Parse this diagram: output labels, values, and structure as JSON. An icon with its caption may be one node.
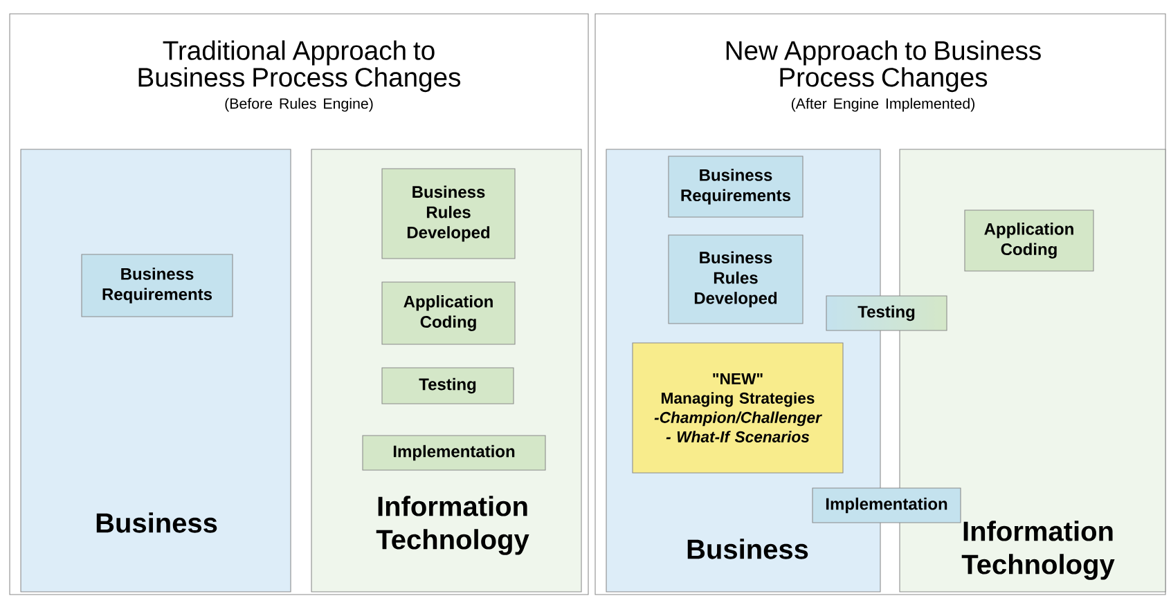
{
  "diagram": {
    "nodes": [
      {
        "text": [
          "Traditional Approach to Business Process Changes",
          "(Before Rules Engine)"
        ]
      },
      {
        "text": [
          "Business"
        ],
        "in": 0
      },
      {
        "text": [
          "Information Technology"
        ],
        "in": 0
      },
      {
        "text": [
          "Business Requirements"
        ],
        "in": 1
      },
      {
        "text": [
          "Business Rules Developed"
        ],
        "in": 2
      },
      {
        "text": [
          "Application Coding"
        ],
        "in": 2
      },
      {
        "text": [
          "Testing"
        ],
        "in": 2
      },
      {
        "text": [
          "Implementation"
        ],
        "in": 2
      },
      {
        "text": [
          "New Approach to Business Process Changes",
          "(After Engine Implemented)"
        ]
      },
      {
        "text": [
          "Business"
        ],
        "in": 8
      },
      {
        "text": [
          "Information Technology"
        ],
        "in": 8
      },
      {
        "text": [
          "Business Requirements"
        ],
        "in": 9
      },
      {
        "text": [
          "Business Rules Developed"
        ],
        "in": 9
      },
      {
        "text": [
          "Testing"
        ],
        "in": 8
      },
      {
        "text": [
          "\"NEW\"",
          "Managing Strategies",
          "-Champion/Challenger",
          "- What-If Scenarios"
        ],
        "in": 9
      },
      {
        "text": [
          "Application Coding"
        ],
        "in": 10
      },
      {
        "text": [
          "Implementation"
        ],
        "in": 8
      }
    ]
  }
}
